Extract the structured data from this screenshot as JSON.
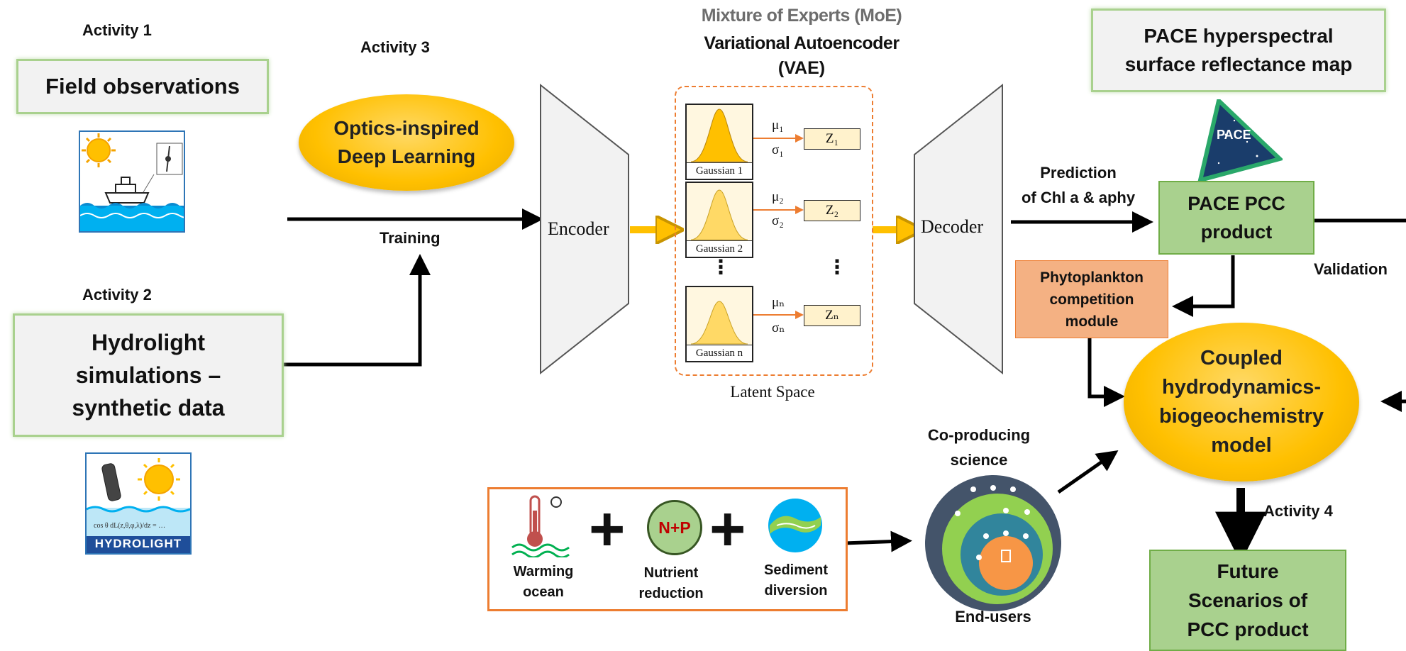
{
  "activity1": "Activity 1",
  "field_obs": "Field observations",
  "activity2": "Activity 2",
  "hydro_line1": "Hydrolight",
  "hydro_line2": "simulations –",
  "hydro_line3": "synthetic data",
  "hydrolight_logo": "HYDROLIGHT",
  "activity3": "Activity 3",
  "optics_line1": "Optics-inspired",
  "optics_line2": "Deep Learning",
  "training": "Training",
  "moe_title": "Mixture of Experts  (MoE)",
  "vae_line1": "Variational Autoencoder",
  "vae_line2": "(VAE)",
  "encoder": "Encoder",
  "decoder": "Decoder",
  "latent_space": "Latent Space",
  "gaussians": [
    {
      "label": "Gaussian 1",
      "mu": "μ₁",
      "sigma": "σ₁",
      "z": "Z₁"
    },
    {
      "label": "Gaussian 2",
      "mu": "μ₂",
      "sigma": "σ₂",
      "z": "Z₂"
    },
    {
      "label": "Gaussian n",
      "mu": "μₙ",
      "sigma": "σₙ",
      "z": "Zₙ"
    }
  ],
  "ellipsis": "⋮",
  "prediction_line1": "Prediction",
  "prediction_line2": "of Chl a & aphy",
  "pace_map_line1": "PACE hyperspectral",
  "pace_map_line2": "surface reflectance map",
  "pace_logo": "PACE",
  "pcc_line1": "PACE PCC",
  "pcc_line2": "product",
  "validation": "Validation",
  "phyto_line1": "Phytoplankton",
  "phyto_line2": "competition",
  "phyto_line3": "module",
  "coupled_line1": "Coupled",
  "coupled_line2": "hydrodynamics-",
  "coupled_line3": "biogeochemistry",
  "coupled_line4": "model",
  "activity4": "Activity 4",
  "future_line1": "Future",
  "future_line2": "Scenarios of",
  "future_line3": "PCC product",
  "coproducing_line1": "Co-producing",
  "coproducing_line2": "science",
  "end_users": "End-users",
  "warming_line1": "Warming",
  "warming_line2": "ocean",
  "np_icon_text": "N+P",
  "nutrient_line1": "Nutrient",
  "nutrient_line2": "reduction",
  "sediment_line1": "Sediment",
  "sediment_line2": "diversion"
}
